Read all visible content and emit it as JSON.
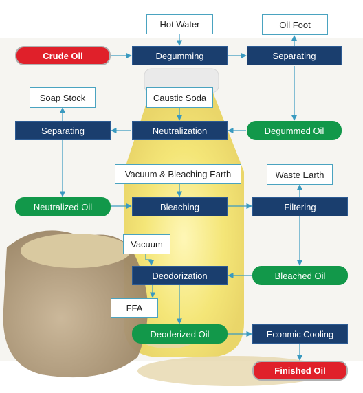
{
  "diagram": {
    "nodes": {
      "hot_water": "Hot Water",
      "oil_foot": "Oil Foot",
      "crude_oil": "Crude Oil",
      "degumming": "Degumming",
      "separating_1": "Separating",
      "soap_stock": "Soap Stock",
      "caustic_soda": "Caustic Soda",
      "separating_2": "Separating",
      "neutralization": "Neutralization",
      "degummed_oil": "Degummed Oil",
      "vacuum_bleaching_earth": "Vacuum & Bleaching Earth",
      "waste_earth": "Waste Earth",
      "neutralized_oil": "Neutralized Oil",
      "bleaching": "Bleaching",
      "filtering": "Filtering",
      "vacuum": "Vacuum",
      "deodorization": "Deodorization",
      "bleached_oil": "Bleached Oil",
      "ffa": "FFA",
      "deodorized_oil": "Deoderized Oil",
      "econmic_cooling": "Econmic Cooling",
      "finished_oil": "Finished Oil"
    },
    "colors": {
      "process": "#1a3e6e",
      "input_output": "#ffffff",
      "intermediate_oil": "#12984a",
      "start_end": "#e0202a",
      "arrow": "#3a9ac0"
    }
  }
}
